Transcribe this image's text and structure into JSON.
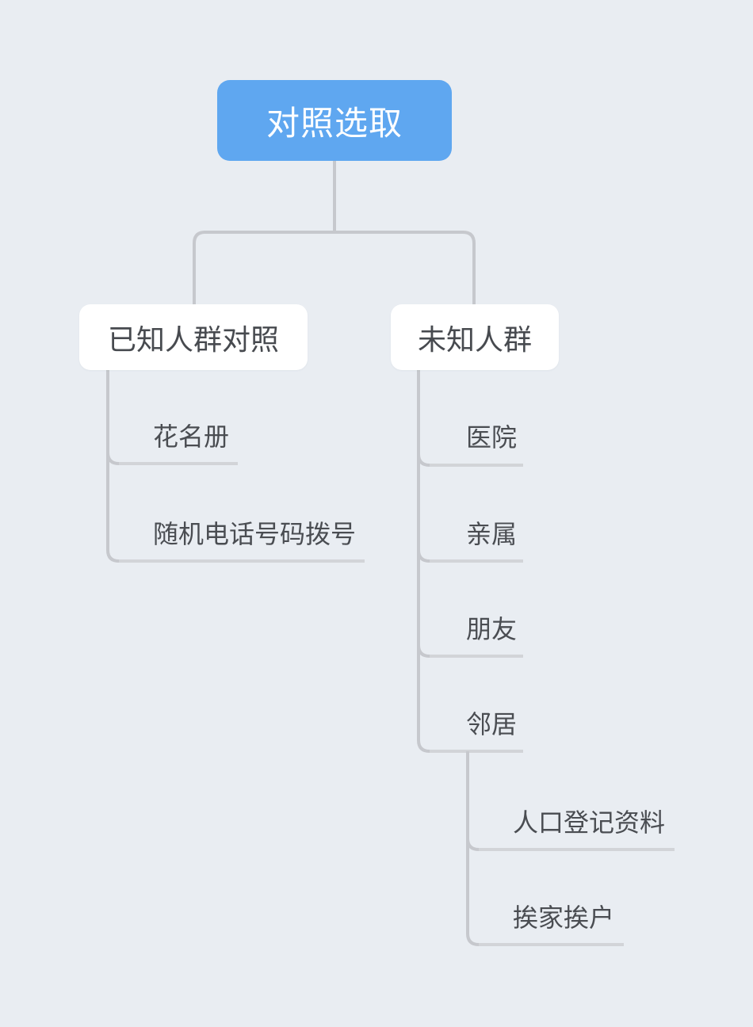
{
  "canvas": {
    "background": "#e9edf2"
  },
  "root": {
    "label": "对照选取",
    "fill": "#5fa7f0",
    "text_color": "#ffffff"
  },
  "branches": {
    "known": {
      "label": "已知人群对照",
      "children": {
        "roster": {
          "label": "花名册"
        },
        "random_dial": {
          "label": "随机电话号码拨号"
        }
      }
    },
    "unknown": {
      "label": "未知人群",
      "children": {
        "hospital": {
          "label": "医院"
        },
        "relatives": {
          "label": "亲属"
        },
        "friends": {
          "label": "朋友"
        },
        "neighbors": {
          "label": "邻居",
          "children": {
            "registry": {
              "label": "人口登记资料"
            },
            "door_to_door": {
              "label": "挨家挨户"
            }
          }
        }
      }
    }
  },
  "style": {
    "connector_color": "#c6c8cd",
    "underline_color": "#d2d4d8",
    "main_topic_bg": "#ffffff",
    "text_color": "#4a4d52"
  }
}
